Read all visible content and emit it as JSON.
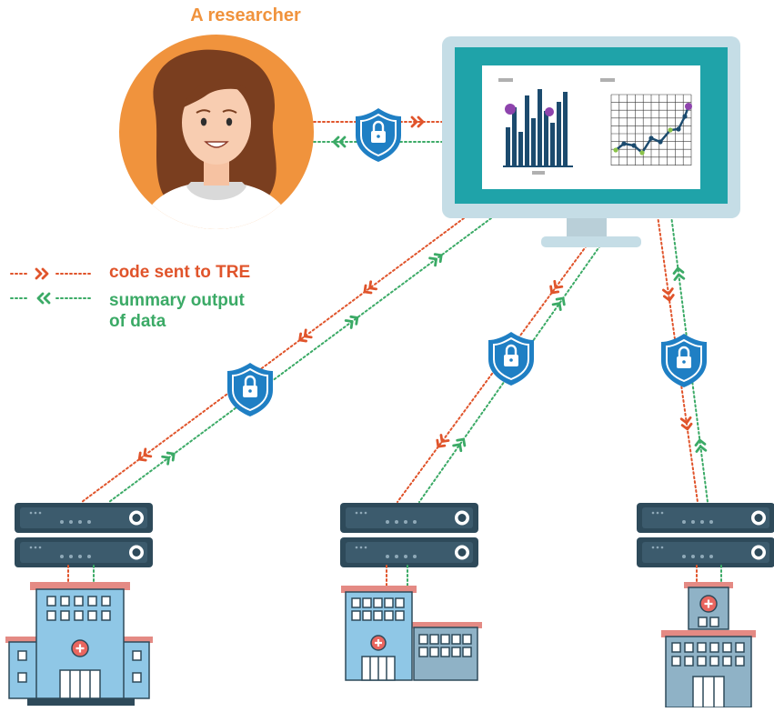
{
  "title": "A researcher",
  "legend": {
    "code": "code sent to TRE",
    "summary_line1": "summary output",
    "summary_line2": "of data"
  },
  "colors": {
    "orange": "#F0933D",
    "code_line": "#E0542B",
    "summary_line": "#3BAA66",
    "title": "#F0933D",
    "code_text": "#E0542B",
    "summary_text": "#3BAA66",
    "shield": "#1F7FC4",
    "monitor_frame": "#C5DDE6",
    "monitor_screen": "#1FA3A9",
    "server": "#2E4A5A",
    "hospital_blue": "#8FC7E6",
    "hospital_roof": "#E48A84",
    "bar": "#1C4B6E"
  },
  "icons": {
    "lock_shield": "shield-lock-icon",
    "code_arrow": "double-chevron-right-icon",
    "summary_arrow": "double-chevron-left-icon"
  }
}
